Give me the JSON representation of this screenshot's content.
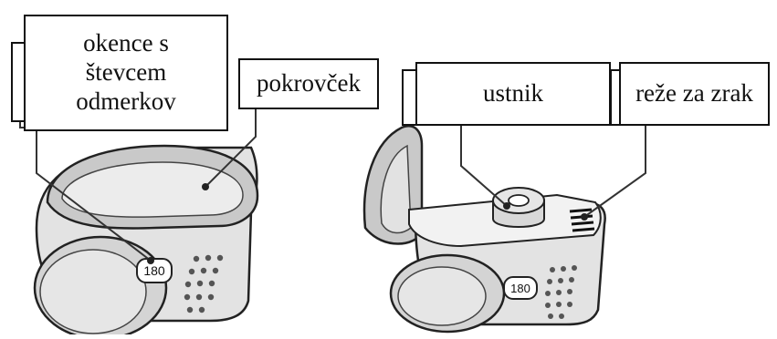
{
  "labels": {
    "counter_window": "okence s\nštevcem\nodmerkov",
    "cap": "pokrovček",
    "mouthpiece": "ustnik",
    "air_vents": "reže za zrak"
  },
  "device": {
    "dose_count_left": "180",
    "dose_count_right": "180"
  },
  "colors": {
    "body_fill": "#e3e3e3",
    "cap_fill": "#c9c9c9",
    "dark_fill": "#a8a8a8",
    "outline": "#222222",
    "leader_line": "#333333"
  }
}
